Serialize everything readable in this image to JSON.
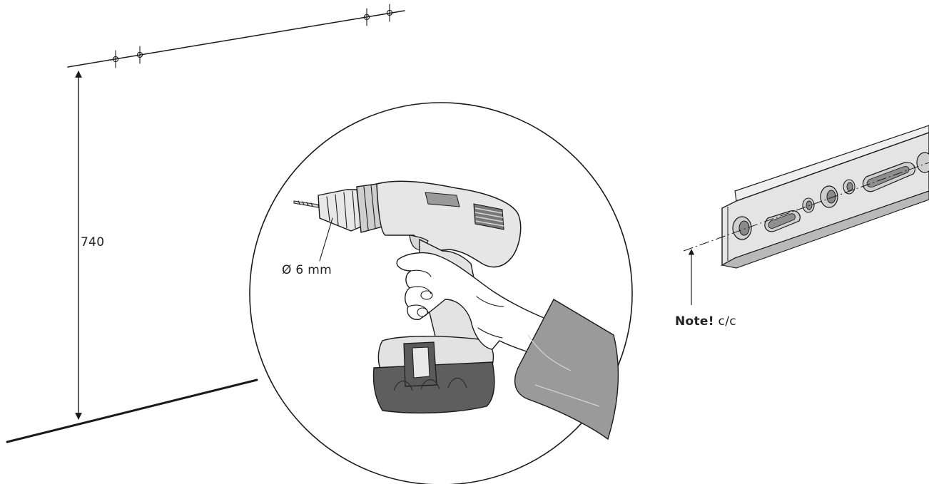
{
  "dimension": {
    "height_label": "740"
  },
  "drill": {
    "bit_label": "Ø 6 mm"
  },
  "note": {
    "bold": "Note!",
    "text": "c/c"
  },
  "colors": {
    "line": "#1a1a1a",
    "drill_body": "#e6e6e6",
    "drill_dark": "#666666",
    "battery": "#5e5e5e",
    "sleeve": "#9a9a9a",
    "rail": "#e4e4e4",
    "rail_shadow": "#b9b9b9"
  }
}
